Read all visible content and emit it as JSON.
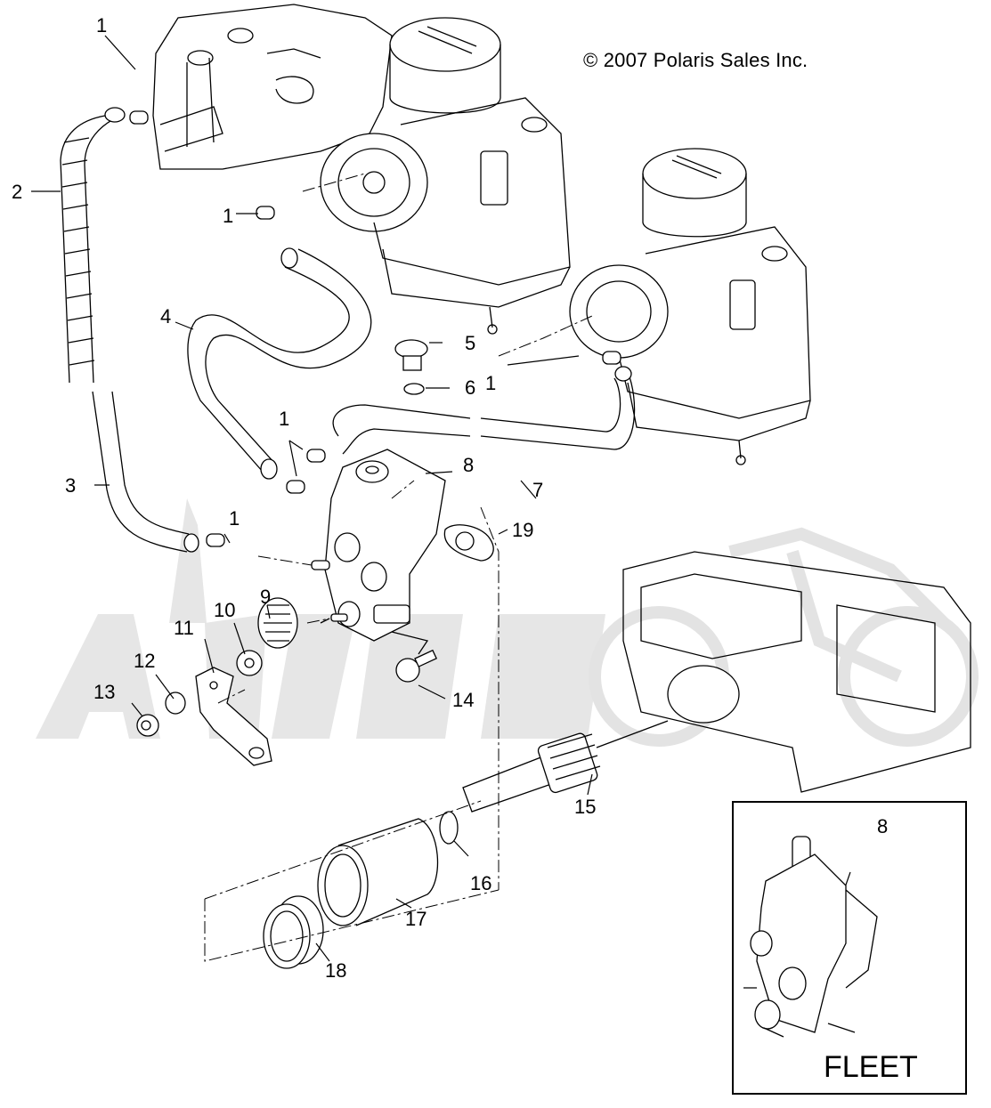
{
  "diagram": {
    "copyright": "© 2007 Polaris Sales Inc.",
    "inset_label": "FLEET",
    "watermark": "watermark-logo",
    "callouts": [
      {
        "id": "c1a",
        "label": "1"
      },
      {
        "id": "c1b",
        "label": "1"
      },
      {
        "id": "c1c",
        "label": "1"
      },
      {
        "id": "c1d",
        "label": "1"
      },
      {
        "id": "c1e",
        "label": "1"
      },
      {
        "id": "c2",
        "label": "2"
      },
      {
        "id": "c3",
        "label": "3"
      },
      {
        "id": "c4",
        "label": "4"
      },
      {
        "id": "c5",
        "label": "5"
      },
      {
        "id": "c6",
        "label": "6"
      },
      {
        "id": "c7",
        "label": "7"
      },
      {
        "id": "c8",
        "label": "8"
      },
      {
        "id": "c8b",
        "label": "8"
      },
      {
        "id": "c9",
        "label": "9"
      },
      {
        "id": "c10",
        "label": "10"
      },
      {
        "id": "c11",
        "label": "11"
      },
      {
        "id": "c12",
        "label": "12"
      },
      {
        "id": "c13",
        "label": "13"
      },
      {
        "id": "c14",
        "label": "14"
      },
      {
        "id": "c15",
        "label": "15"
      },
      {
        "id": "c16",
        "label": "16"
      },
      {
        "id": "c17",
        "label": "17"
      },
      {
        "id": "c18",
        "label": "18"
      },
      {
        "id": "c19",
        "label": "19"
      }
    ]
  }
}
